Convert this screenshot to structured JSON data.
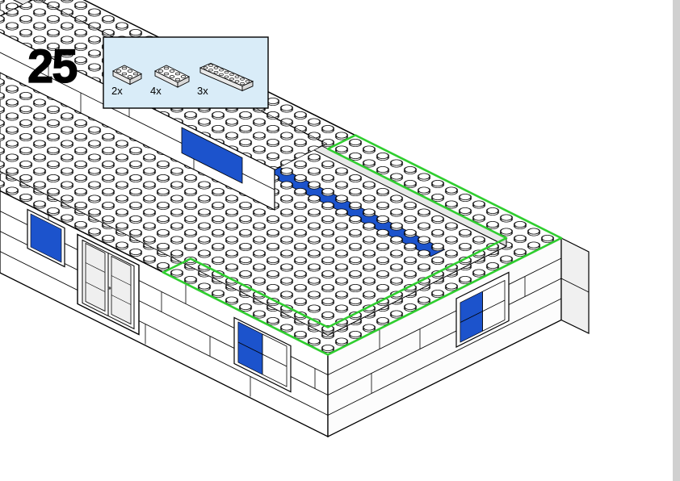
{
  "page": {
    "step_number": "25"
  },
  "parts_callout": {
    "items": [
      {
        "label": "2x",
        "piece": "plate-2x3"
      },
      {
        "label": "4x",
        "piece": "plate-2x4"
      },
      {
        "label": "3x",
        "piece": "plate-2x8"
      }
    ]
  },
  "colors": {
    "highlight_green": "#2fce2f",
    "brick_blue": "#1c53cc",
    "callout_bg": "#d9ecf8"
  }
}
